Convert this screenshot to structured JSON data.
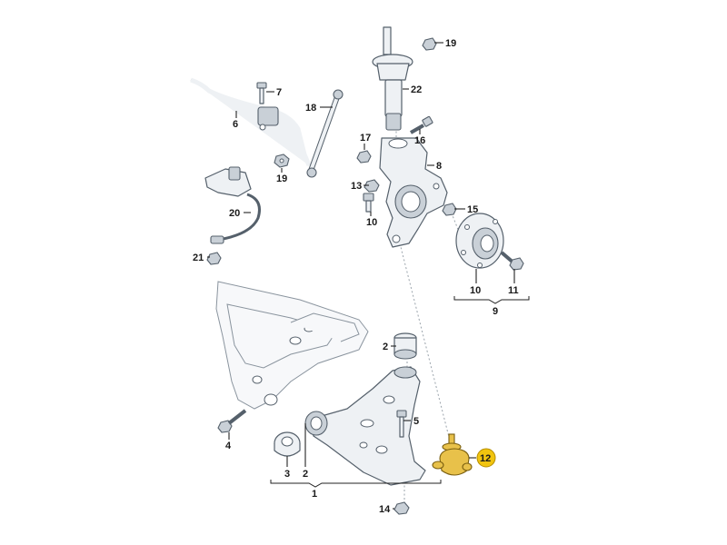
{
  "callouts": {
    "c19a": "19",
    "c22": "22",
    "c7": "7",
    "c18": "18",
    "c6": "6",
    "c16": "16",
    "c17": "17",
    "c8": "8",
    "c19b": "19",
    "c13": "13",
    "c15": "15",
    "c10a": "10",
    "c20": "20",
    "c21": "21",
    "c10b": "10",
    "c11": "11",
    "c9": "9",
    "c2a": "2",
    "c5": "5",
    "c12": "12",
    "c4": "4",
    "c3": "3",
    "c2b": "2",
    "c1": "1",
    "c14": "14"
  },
  "colors": {
    "highlight_part": "#e8c14a",
    "highlight_badge": "#f1c40f",
    "outline": "#55606b"
  }
}
